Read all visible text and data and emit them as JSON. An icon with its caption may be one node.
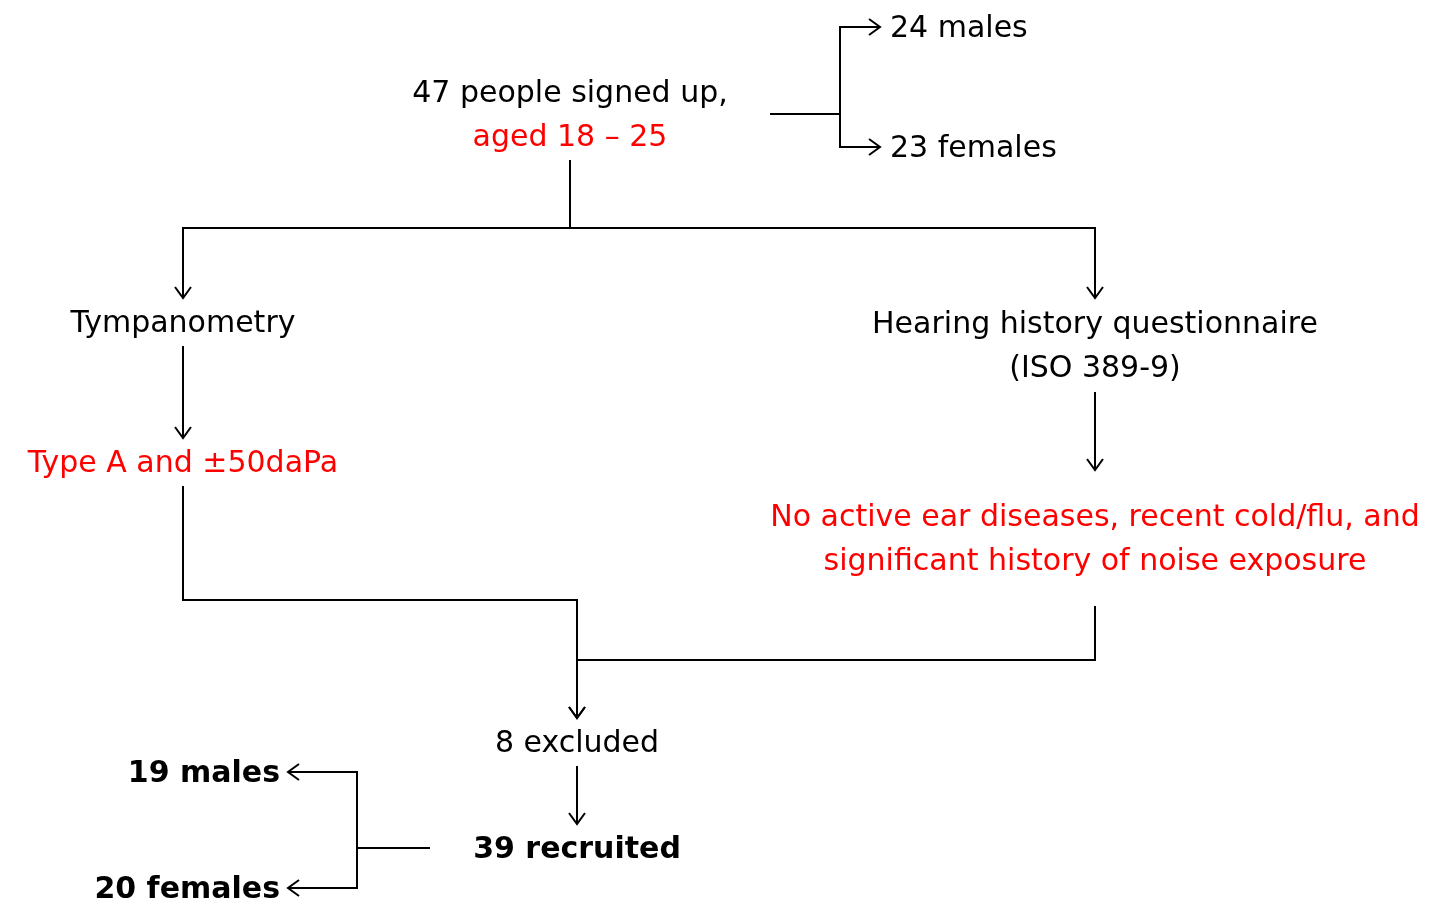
{
  "diagram": {
    "nodes": [
      {
        "text": [
          "47 people signed up,",
          "aged 18 – 25"
        ]
      },
      {
        "text": [
          "24 males"
        ]
      },
      {
        "text": [
          "23 females"
        ]
      },
      {
        "text": [
          "Tympanometry"
        ]
      },
      {
        "text": [
          "Hearing history questionnaire",
          "(ISO 389-9)"
        ]
      },
      {
        "text": [
          "Type A and ±50daPa"
        ]
      },
      {
        "text": [
          "No active ear diseases, recent cold/flu, and significant history of noise exposure"
        ]
      },
      {
        "text": [
          "8 excluded"
        ]
      },
      {
        "text": [
          "39 recruited"
        ]
      },
      {
        "text": [
          "19 males"
        ]
      },
      {
        "text": [
          "20 females"
        ]
      }
    ],
    "edges": [
      {
        "from": 0,
        "to": 1,
        "arrow": "to"
      },
      {
        "from": 0,
        "to": 2,
        "arrow": "to"
      },
      {
        "from": 0,
        "to": 3,
        "arrow": "to"
      },
      {
        "from": 0,
        "to": 4,
        "arrow": "to"
      },
      {
        "from": 3,
        "to": 5,
        "arrow": "to"
      },
      {
        "from": 4,
        "to": 6,
        "arrow": "to"
      },
      {
        "from": 5,
        "to": 7,
        "arrow": "to"
      },
      {
        "from": 6,
        "to": 7,
        "arrow": "to"
      },
      {
        "from": 7,
        "to": 8,
        "arrow": "to"
      },
      {
        "from": 8,
        "to": 9,
        "arrow": "to"
      },
      {
        "from": 8,
        "to": 10,
        "arrow": "to"
      }
    ]
  }
}
